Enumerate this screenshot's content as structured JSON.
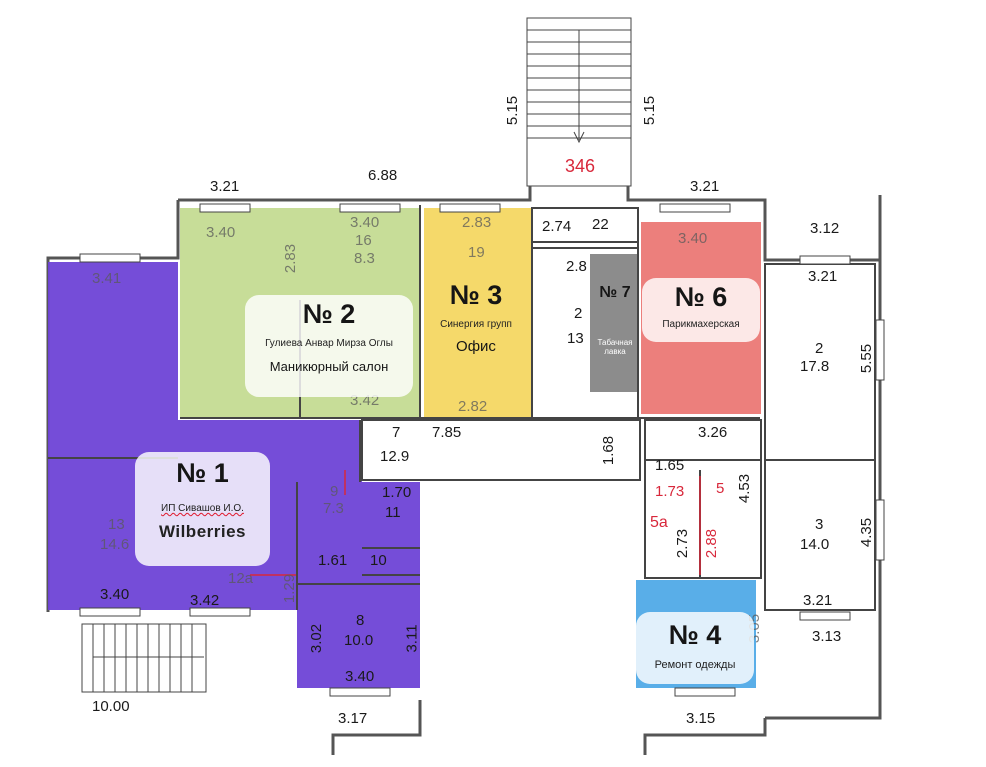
{
  "units": [
    {
      "number": "№ 1",
      "owner": "ИП Сивашов И.О.",
      "name": "Wilberries",
      "color": "#6e43d6"
    },
    {
      "number": "№ 2",
      "owner": "Гулиева Анвар Мирза Оглы",
      "name": "Маникюрный салон",
      "color": "#c7dd98"
    },
    {
      "number": "№ 3",
      "owner": "Синергия групп",
      "name": "Офис",
      "color": "#f5d96a"
    },
    {
      "number": "№ 4",
      "name": "Ремонт одежды",
      "color": "#59aee8"
    },
    {
      "number": "№ 6",
      "name": "Парикмахерская",
      "color": "#ec7f7c"
    },
    {
      "number": "№ 7",
      "name": "Табачная лавка",
      "color": "#8c8c8c"
    }
  ],
  "dimensions": {
    "d_5_15_left": "5.15",
    "d_5_15_right": "5.15",
    "d_346": "346",
    "d_3_21_tl": "3.21",
    "d_6_88": "6.88",
    "d_3_21_tr": "3.21",
    "d_3_12": "3.12",
    "d_3_21_r1": "3.21",
    "d_3_40_u2": "3.40",
    "d_3_40_u2b": "3.40",
    "d_16": "16",
    "d_8_3": "8.3",
    "d_2_83_v": "2.83",
    "d_2_83": "2.83",
    "d_19": "19",
    "d_2_74": "2.74",
    "d_22": "22",
    "d_3_40_u6": "3.40",
    "d_3_41": "3.41",
    "d_2_8": "2.8",
    "d_2": "2",
    "d_13": "13",
    "d_2_r": "2",
    "d_17_8": "17.8",
    "d_5_55": "5.55",
    "d_3_42_top": "3.42",
    "d_2_82": "2.82",
    "d_7": "7",
    "d_12_9": "12.9",
    "d_7_85": "7.85",
    "d_1_68": "1.68",
    "d_3_26": "3.26",
    "d_1_65": "1.65",
    "d_4_53": "4.53",
    "d_1_73": "1.73",
    "d_5": "5",
    "d_5a": "5а",
    "d_2_73": "2.73",
    "d_2_88": "2.88",
    "d_3": "3",
    "d_14_0": "14.0",
    "d_4_35": "4.35",
    "d_13_l": "13",
    "d_14_6": "14.6",
    "d_9": "9",
    "d_7_3": "7.3",
    "d_1_70": "1.70",
    "d_11": "11",
    "d_1_61": "1.61",
    "d_10": "10",
    "d_12a": "12а",
    "d_1_29": "1.29",
    "d_3_40_bl": "3.40",
    "d_3_42_bl": "3.42",
    "d_3_02": "3.02",
    "d_8": "8",
    "d_10_0": "10.0",
    "d_3_11": "3.11",
    "d_3_40_b": "3.40",
    "d_3_21_b": "3.21",
    "d_3_13": "3.13",
    "d_10_00": "10.00",
    "d_3_17": "3.17",
    "d_3_15": "3.15",
    "d_3_05": "3.05"
  }
}
